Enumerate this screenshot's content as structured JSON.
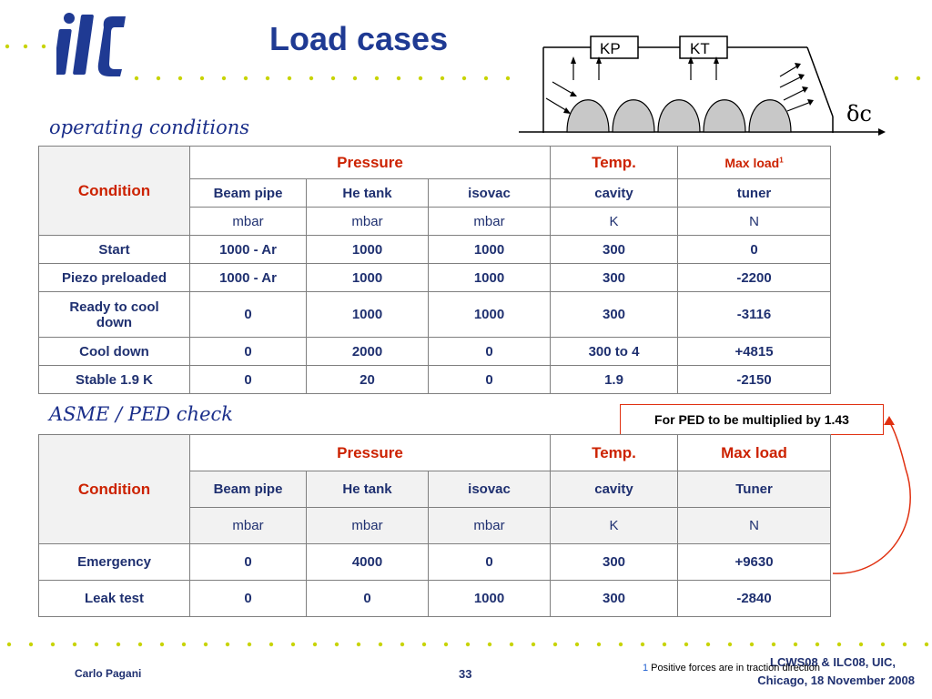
{
  "logo_text": "ilc",
  "title": "Load cases",
  "diagram": {
    "kp_label": "KP",
    "kt_label": "KT",
    "delta_label": "δc"
  },
  "sections": {
    "operating": "operating conditions",
    "asme": "ASME / PED check"
  },
  "operating_table": {
    "condition_header": "Condition",
    "group_headers": {
      "pressure": "Pressure",
      "temp": "Temp.",
      "max_load": "Max load",
      "max_load_note": "1"
    },
    "sub_headers": [
      "Beam pipe",
      "He tank",
      "isovac",
      "cavity",
      "tuner"
    ],
    "units": [
      "mbar",
      "mbar",
      "mbar",
      "K",
      "N"
    ],
    "rows": [
      [
        "Start",
        "1000 - Ar",
        "1000",
        "1000",
        "300",
        "0"
      ],
      [
        "Piezo preloaded",
        "1000 - Ar",
        "1000",
        "1000",
        "300",
        "-2200"
      ],
      [
        "Ready to cool down",
        "0",
        "1000",
        "1000",
        "300",
        "-3116"
      ],
      [
        "Cool down",
        "0",
        "2000",
        "0",
        "300 to 4",
        "+4815"
      ],
      [
        "Stable 1.9 K",
        "0",
        "20",
        "0",
        "1.9",
        "-2150"
      ]
    ]
  },
  "asme_table": {
    "condition_header": "Condition",
    "group_headers": {
      "pressure": "Pressure",
      "temp": "Temp.",
      "max_load": "Max load"
    },
    "sub_headers": [
      "Beam pipe",
      "He tank",
      "isovac",
      "cavity",
      "Tuner"
    ],
    "units": [
      "mbar",
      "mbar",
      "mbar",
      "K",
      "N"
    ],
    "rows": [
      [
        "Emergency",
        "0",
        "4000",
        "0",
        "300",
        "+9630"
      ],
      [
        "Leak test",
        "0",
        "0",
        "1000",
        "300",
        "-2840"
      ]
    ]
  },
  "ped_note": "For PED to be multiplied by 1.43",
  "footer": {
    "presenter": "Carlo Pagani",
    "page_number": "33",
    "conference_line1": "LCWS08 & ILC08, UIC,",
    "conference_line2": "Chicago, 18 November 2008",
    "footnote_number": "1",
    "footnote_text": " Positive forces are in traction direction"
  },
  "colors": {
    "title": "#1f3a93",
    "accent_red": "#cc2200",
    "dots": "#c8d400",
    "note_border": "#e03010"
  }
}
